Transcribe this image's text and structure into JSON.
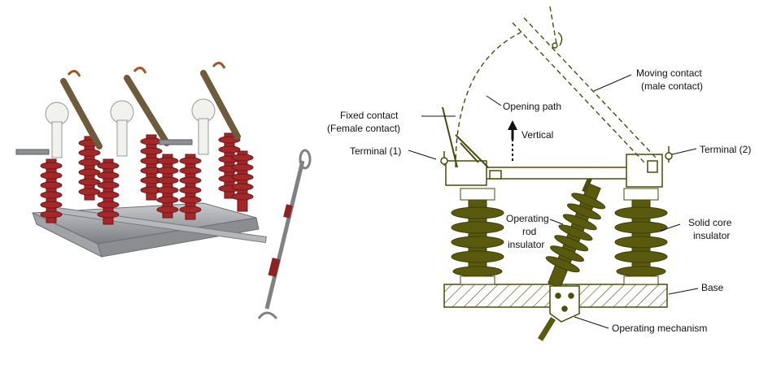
{
  "labels": {
    "fixed_contact_1": "Fixed contact",
    "fixed_contact_2": "(Female contact)",
    "opening_path": "Opening path",
    "vertical": "Vertical",
    "moving_contact_1": "Moving contact",
    "moving_contact_2": "(male contact)",
    "terminal_1": "Terminal (1)",
    "terminal_2": "Terminal (2)",
    "operating_rod_1": "Operating",
    "operating_rod_2": "rod",
    "operating_rod_3": "insulator",
    "solid_core_1": "Solid core",
    "solid_core_2": "insulator",
    "base": "Base",
    "operating_mechanism": "Operating mechanism"
  },
  "colors": {
    "insulator_olive": "#5a5a0e",
    "diagram_line": "#4b4b0a",
    "base_fill": "#ffffff",
    "photo_insulator_red": "#a3282a",
    "photo_metal": "#8d8f92"
  }
}
